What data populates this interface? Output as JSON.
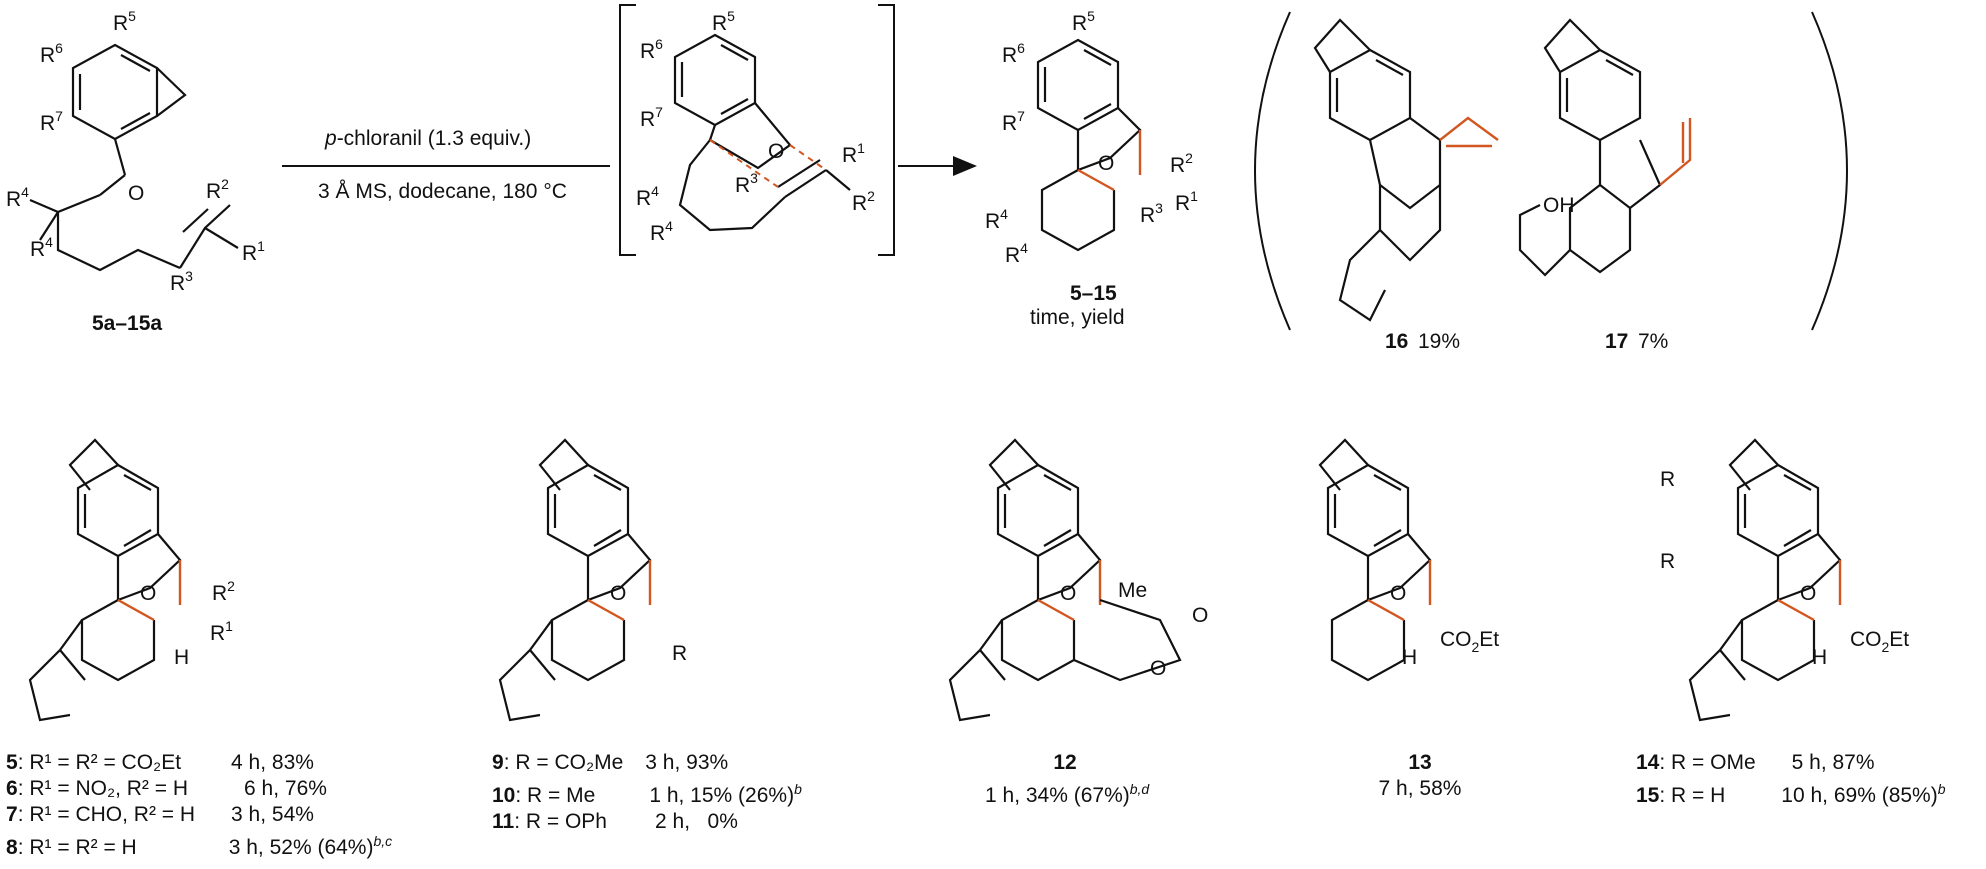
{
  "starting_material": {
    "substituents": [
      "R5",
      "R6",
      "R7",
      "R4",
      "R4",
      "R3",
      "R2",
      "R1"
    ],
    "oxygen": "O",
    "compound_label": "5a–15a"
  },
  "conditions": {
    "reagent_italic": "p",
    "reagent_rest": "-chloranil (1.3 equiv.)",
    "conditions_line2": "3 Å MS, dodecane, 180 °C"
  },
  "intermediate": {
    "substituents": [
      "R5",
      "R6",
      "R7",
      "R4",
      "R4",
      "R3",
      "R1",
      "R2"
    ],
    "oxygen": "O"
  },
  "product": {
    "substituents": [
      "R5",
      "R6",
      "R7",
      "R2",
      "R1",
      "R3",
      "R4",
      "R4"
    ],
    "oxygen": "O",
    "compound_label": "5–15",
    "caption": "time, yield"
  },
  "byproducts": [
    {
      "label": "16",
      "yield": "19%"
    },
    {
      "label": "17",
      "yield": "7%"
    }
  ],
  "byproduct_text": {
    "hydroxy": "OH"
  },
  "examples": {
    "col1": {
      "lines": [
        {
          "num": "5",
          "text": ": R¹ = R² = CO₂Et",
          "result": "4 h, 83%"
        },
        {
          "num": "6",
          "text": ": R¹ = NO₂, R² = H",
          "result": "6 h, 76%"
        },
        {
          "num": "7",
          "text": ": R¹ = CHO, R² = H",
          "result": "3 h, 54%"
        },
        {
          "num": "8",
          "text": ": R¹ = R² = H",
          "result": "3 h, 52% (64%)",
          "sup": "b,c"
        }
      ],
      "struct_labels": [
        "R2",
        "R1",
        "H",
        "O"
      ]
    },
    "col2": {
      "lines": [
        {
          "num": "9",
          "text": ": R = CO₂Me",
          "result": "3 h, 93%"
        },
        {
          "num": "10",
          "text": ": R = Me",
          "result": "1 h, 15% (26%)",
          "sup": "b"
        },
        {
          "num": "11",
          "text": ": R = OPh",
          "result": "2 h,   0%"
        }
      ],
      "struct_labels": [
        "R",
        "O"
      ]
    },
    "col3": {
      "num": "12",
      "result": "1 h, 34% (67%)",
      "sup": "b,d",
      "struct_labels": [
        "Me",
        "O",
        "O",
        "O"
      ]
    },
    "col4": {
      "num": "13",
      "result": "7 h, 58%",
      "struct_labels": [
        "CO2Et",
        "H",
        "O"
      ]
    },
    "col5": {
      "lines": [
        {
          "num": "14",
          "text": ": R = OMe",
          "result": "5 h, 87%"
        },
        {
          "num": "15",
          "text": ": R = H",
          "result": "10 h, 69% (85%)",
          "sup": "b"
        }
      ],
      "struct_labels": [
        "R",
        "R",
        "CO2Et",
        "H",
        "O"
      ]
    }
  },
  "colors": {
    "new_bond": "#d2561f",
    "ink": "#111111"
  }
}
